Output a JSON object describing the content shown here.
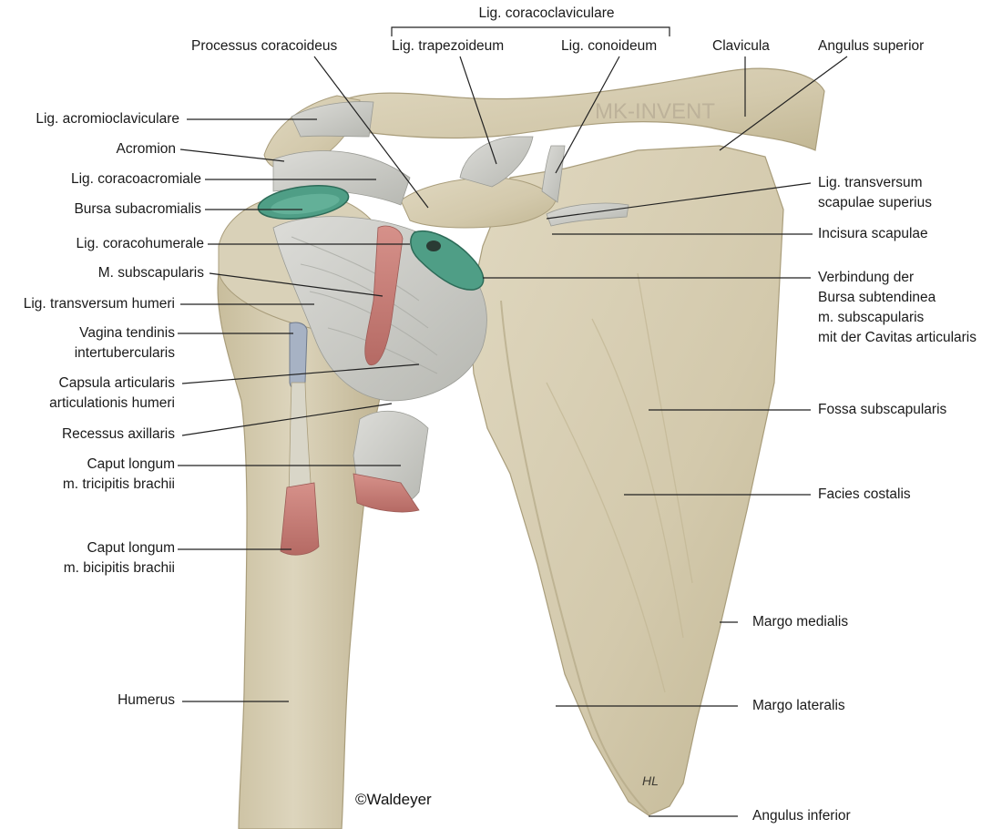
{
  "figure": {
    "copyright": "©Waldeyer",
    "watermark": "MK-INVENT",
    "signature": "HL",
    "colors": {
      "bone": "#d8cfb5",
      "bone_shadow": "#b9ae8e",
      "ligament": "#cfd0cc",
      "bursa": "#4f9e86",
      "muscle": "#c97f7a",
      "sheath": "#a7b2c4",
      "leader": "#222222"
    }
  },
  "labels": {
    "coracoclaviculare": "Lig. coracoclaviculare",
    "processus_coracoideus": "Processus coracoideus",
    "trapezoideum": "Lig. trapezoideum",
    "conoideum": "Lig. conoideum",
    "clavicula": "Clavicula",
    "angulus_superior": "Angulus superior",
    "acromioclaviculare": "Lig. acromioclaviculare",
    "acromion": "Acromion",
    "coracoacromiale": "Lig. coracoacromiale",
    "bursa_subacromialis": "Bursa subacromialis",
    "coracohumerale": "Lig. coracohumerale",
    "subscapularis": "M. subscapularis",
    "transversum_humeri": "Lig. transversum humeri",
    "vagina_1": "Vagina tendinis",
    "vagina_2": "intertubercularis",
    "capsula_1": "Capsula articularis",
    "capsula_2": "articulationis humeri",
    "recessus": "Recessus axillaris",
    "triceps_1": "Caput longum",
    "triceps_2": "m. tricipitis brachii",
    "biceps_1": "Caput longum",
    "biceps_2": "m. bicipitis brachii",
    "humerus": "Humerus",
    "transv_scap_1": "Lig. transversum",
    "transv_scap_2": "scapulae superius",
    "incisura": "Incisura scapulae",
    "verbindung_1": "Verbindung der",
    "verbindung_2": "Bursa subtendinea",
    "verbindung_3": "m. subscapularis",
    "verbindung_4": "mit der Cavitas articularis",
    "fossa": "Fossa subscapularis",
    "facies": "Facies costalis",
    "margo_medialis": "Margo medialis",
    "margo_lateralis": "Margo lateralis",
    "angulus_inferior": "Angulus inferior"
  }
}
